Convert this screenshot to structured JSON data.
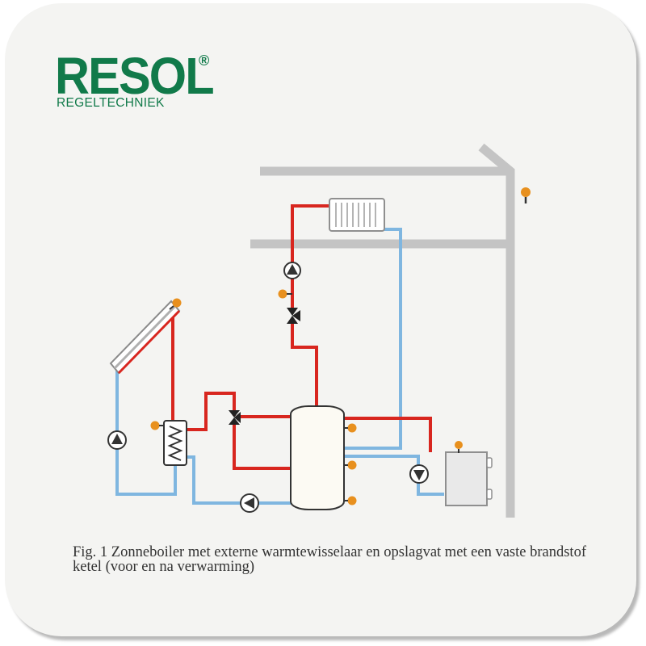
{
  "logo": {
    "brand": "RESOL",
    "registered_mark": "®",
    "subtitle": "REGELTECHNIEK"
  },
  "caption": "Fig. 1 Zonneboiler met externe warmtewisselaar en opslagvat met een vaste brandstof ketel (voor en na verwarming)",
  "colors": {
    "background": "#f4f4f2",
    "brand_green": "#117a4a",
    "hot_pipe": "#d8261f",
    "cold_pipe": "#7fb6e0",
    "building": "#c4c4c4",
    "sensor": "#e8901e"
  },
  "components": [
    "solar-collector",
    "external-heat-exchanger",
    "storage-tank",
    "solid-fuel-boiler",
    "radiator",
    "circulation-pump",
    "three-way-valve",
    "temperature-sensor",
    "building-structure"
  ]
}
